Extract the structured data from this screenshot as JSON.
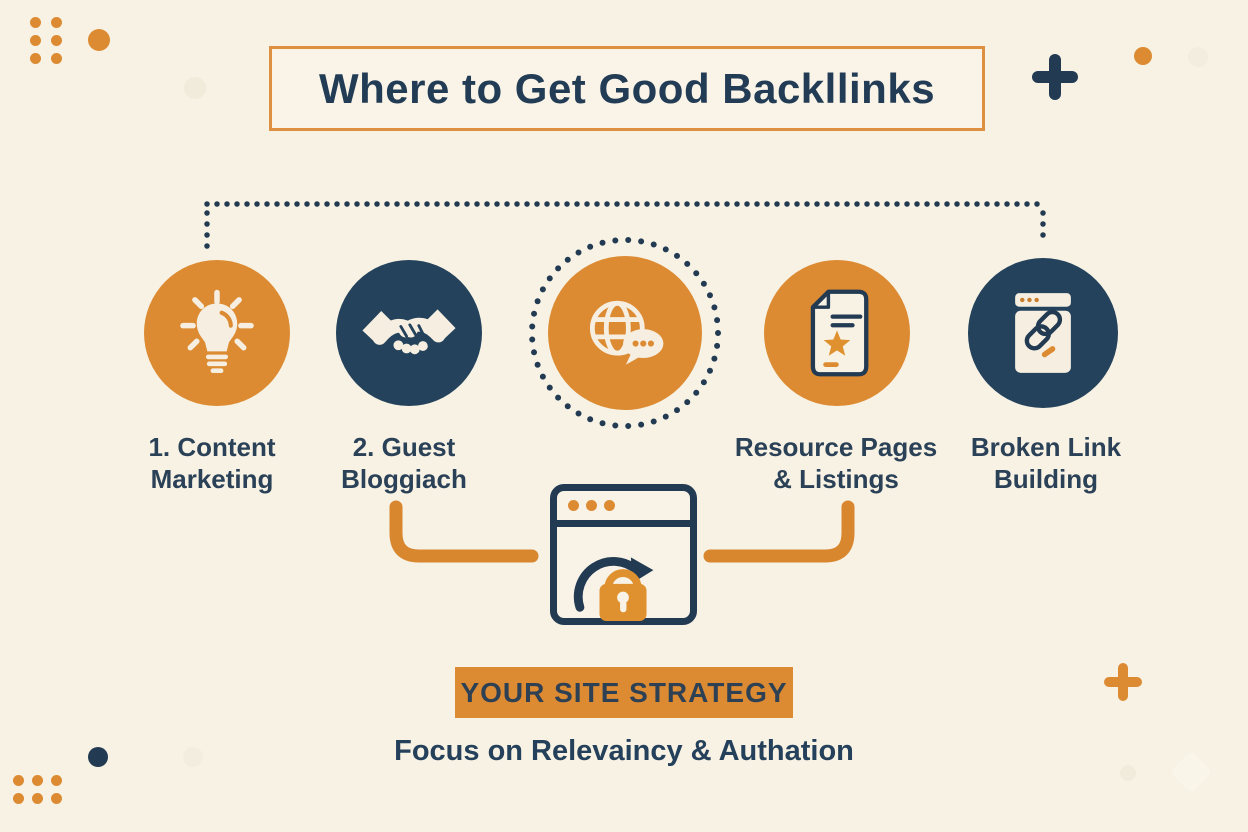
{
  "palette": {
    "background": "#F7F2E4",
    "orange": "#DD8B33",
    "navy": "#223A52",
    "cream": "#F6EFE1"
  },
  "header": {
    "title": "Where to Get Good Backllinks"
  },
  "steps": [
    {
      "icon": "lightbulb-icon",
      "circle": "orange",
      "label": "1. Content Marketing",
      "label_line1": "1. Content",
      "label_line2": "Marketing"
    },
    {
      "icon": "handshake-icon",
      "circle": "navy",
      "label": "2. Guest Bloggiach",
      "label_line1": "2. Guest",
      "label_line2": "Bloggiach"
    },
    {
      "icon": "globe-chat-icon",
      "circle": "orange",
      "label": "",
      "label_line1": "",
      "label_line2": ""
    },
    {
      "icon": "document-star-icon",
      "circle": "orange",
      "label": "Resource Pages & Listings",
      "label_line1": "Resource Pages",
      "label_line2": "& Listings"
    },
    {
      "icon": "browser-link-icon",
      "circle": "navy",
      "label": "Broken Link Building",
      "label_line1": "Broken Link",
      "label_line2": "Building"
    }
  ],
  "center": {
    "icon": "secure-redirect-browser-icon"
  },
  "footer": {
    "banner_label": "YOUR SITE STRATEGY",
    "subtitle": "Focus on Relevaincy & Authation"
  }
}
